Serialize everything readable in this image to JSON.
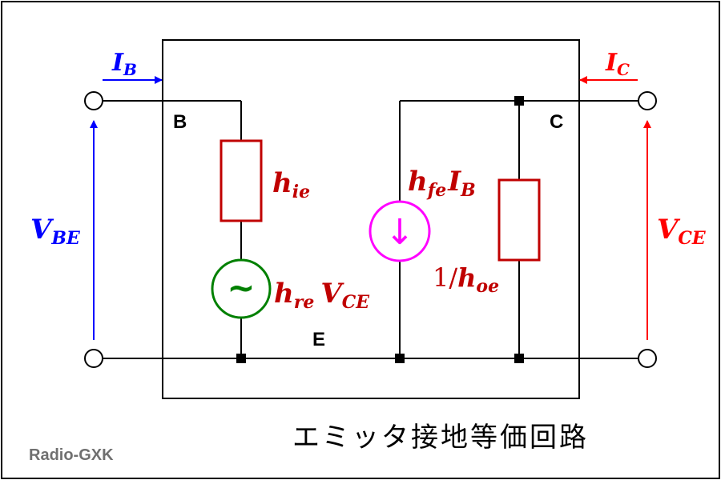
{
  "colors": {
    "wire": "#000000",
    "base_side": "#0000ff",
    "collector_side": "#ff0000",
    "parameter": "#c00000",
    "ac_source": "#008000",
    "current_source": "#ff00ff"
  },
  "input": {
    "current": {
      "main": "I",
      "sub": "B"
    },
    "voltage": {
      "main": "V",
      "sub": "BE"
    }
  },
  "output": {
    "current": {
      "main": "I",
      "sub": "C"
    },
    "voltage": {
      "main": "V",
      "sub": "CE"
    }
  },
  "nodes": {
    "base": "B",
    "collector": "C",
    "emitter": "E"
  },
  "components": {
    "hie": {
      "main": "h",
      "sub": "ie"
    },
    "hre": {
      "main": "h",
      "sub": "re",
      "main2": "V",
      "sub2": "CE"
    },
    "hfe": {
      "main": "h",
      "sub": "fe",
      "main2": "I",
      "sub2": "B"
    },
    "hoe": {
      "prefix": "1/",
      "main": "h",
      "sub": "oe"
    }
  },
  "ac_symbol": "~",
  "current_arrow": "↓",
  "title": "エミッタ接地等価回路",
  "credit": "Radio-GXK"
}
